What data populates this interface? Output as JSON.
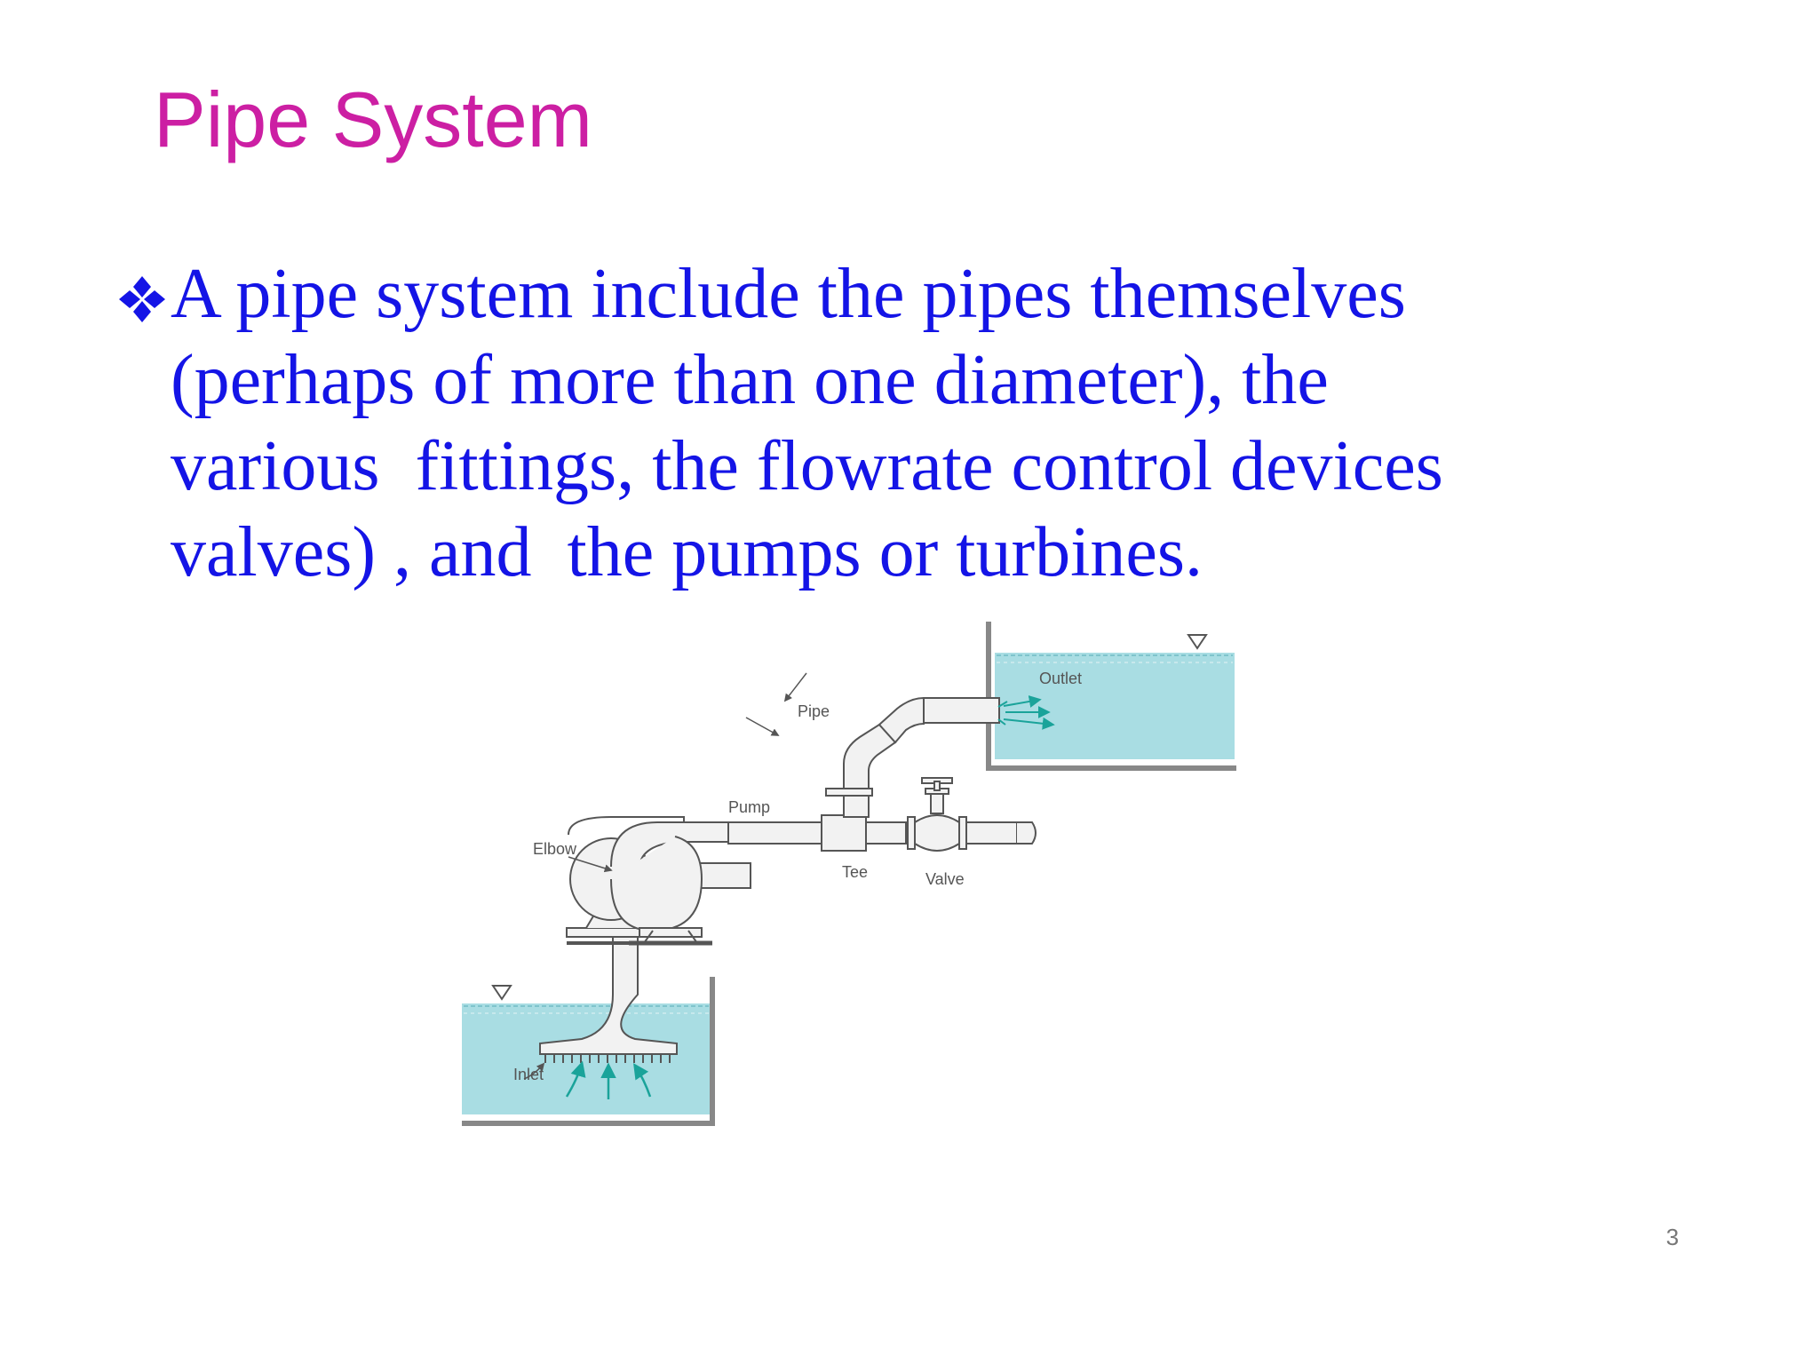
{
  "slide": {
    "title": "Pipe System",
    "bullet": {
      "icon": "diamond-bullet-icon",
      "lines": [
        "A pipe system include the pipes themselves",
        "(perhaps of more than one diameter), the",
        "various  fittings, the flowrate control devices",
        "valves) , and  the pumps or turbines."
      ]
    },
    "diagram": {
      "labels": {
        "outlet": "Outlet",
        "pipe": "Pipe",
        "pump": "Pump",
        "elbow": "Elbow",
        "tee": "Tee",
        "valve": "Valve",
        "inlet": "Inlet"
      },
      "colors": {
        "water": "#a9dde3",
        "flow_arrow": "#1aa39a",
        "pipe_fill": "#f2f2f2",
        "outline": "#555555"
      }
    },
    "page_number": "3"
  },
  "colors": {
    "title": "#cc1fa3",
    "body_text": "#1414e6"
  }
}
